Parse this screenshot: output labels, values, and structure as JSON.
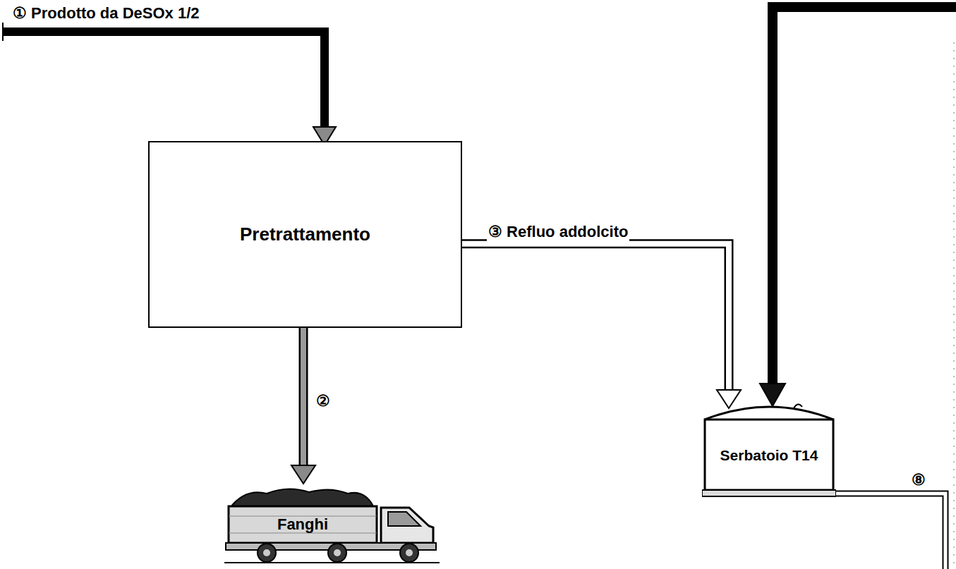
{
  "diagram": {
    "nodes": [
      {
        "text": [
          "Pretrattamento"
        ]
      },
      {
        "text": [
          "Fanghi"
        ]
      },
      {
        "text": [
          "Serbatoio T14"
        ]
      }
    ],
    "edges": [
      {
        "from": 0,
        "to": 2,
        "arrow": "to",
        "label": "③ Refluo addolcito"
      },
      {
        "from": 0,
        "to": 1,
        "arrow": "to",
        "label": "②"
      }
    ],
    "labels": [
      "① Prodotto da DeSOx 1/2",
      "⑧"
    ]
  }
}
